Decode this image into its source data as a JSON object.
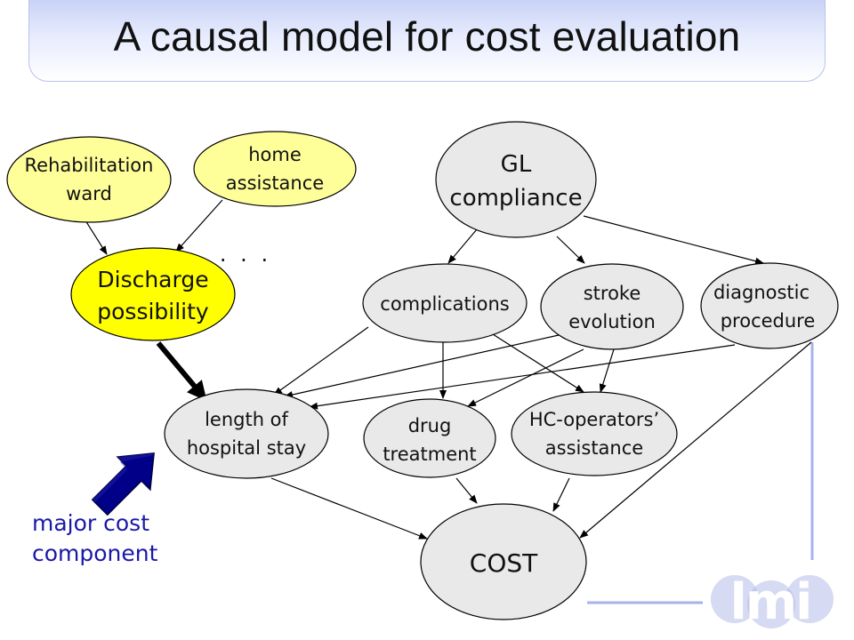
{
  "title": "A causal model for cost evaluation",
  "nodes": {
    "rehab": [
      "Rehabilitation",
      "ward"
    ],
    "home": [
      "home",
      "assistance"
    ],
    "discharge": [
      "Discharge",
      "possibility"
    ],
    "gl": [
      "GL",
      "compliance"
    ],
    "complications": [
      "complications"
    ],
    "stroke": [
      "stroke",
      "evolution"
    ],
    "diagnostic": [
      "diagnostic",
      "procedure"
    ],
    "los": [
      "length of",
      "hospital stay"
    ],
    "drug": [
      "drug",
      "treatment"
    ],
    "hc": [
      "HC-operators’",
      "assistance"
    ],
    "cost": [
      "COST"
    ]
  },
  "ellipsis": ". . .",
  "major_cost_label": [
    "major cost",
    "component"
  ],
  "logo_text": "lmi",
  "colors": {
    "node_gray": "#e9e9e9",
    "node_yellow": "#ffff99",
    "node_highlight": "#ffff00",
    "stroke": "#000000",
    "blue_text": "#1a18a8",
    "blue_arrow": "#000088",
    "logo_primary": "#b4bce8"
  }
}
